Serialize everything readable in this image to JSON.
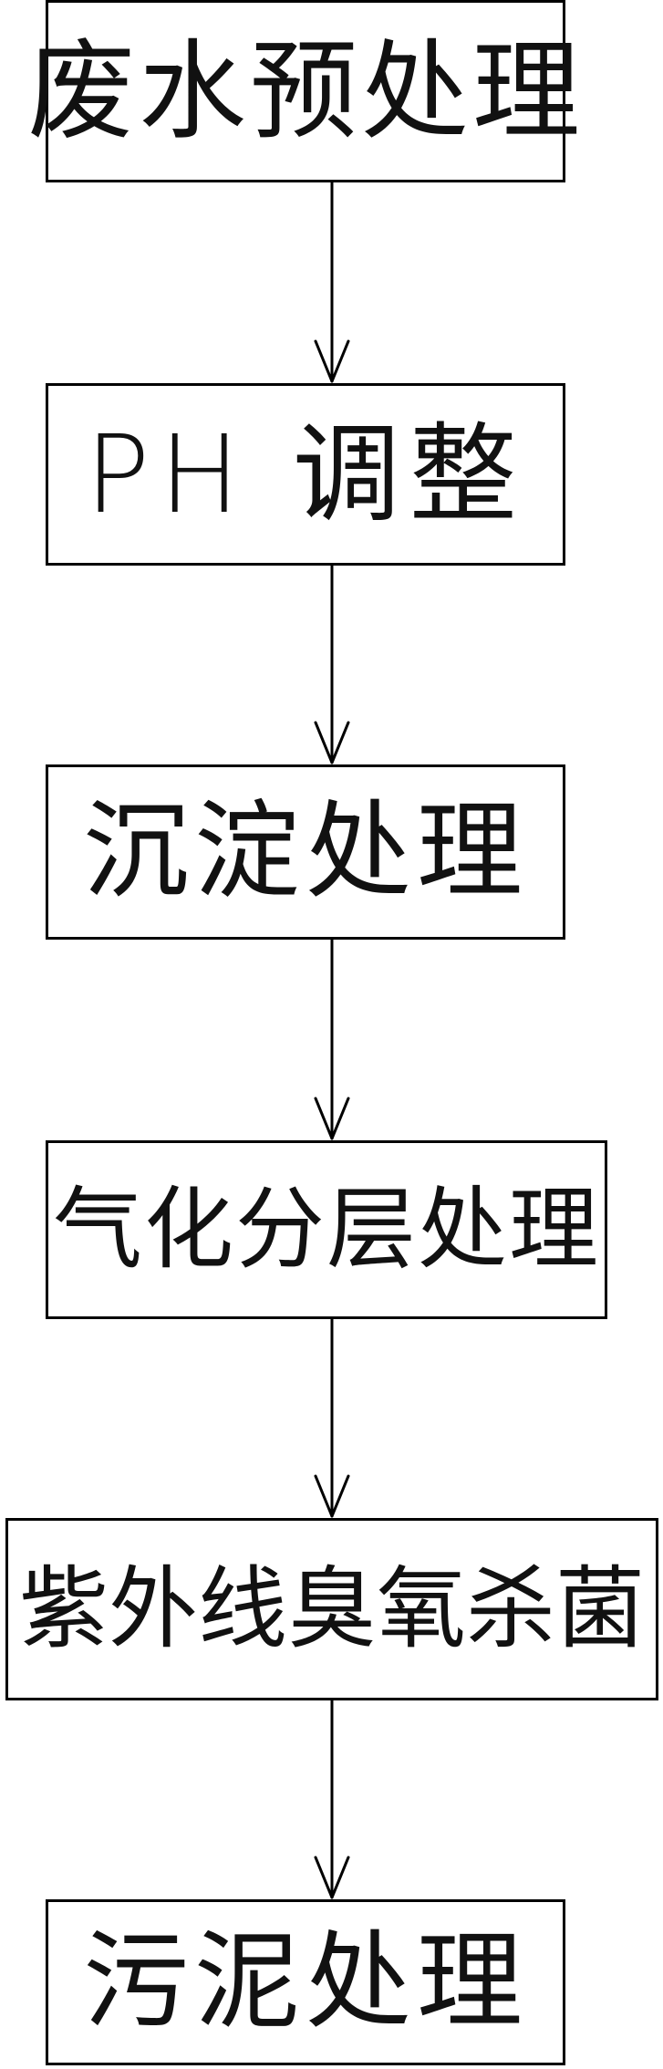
{
  "flowchart": {
    "steps": [
      {
        "label": "废水预处理"
      },
      {
        "label": "PH 调整"
      },
      {
        "label": "沉淀处理"
      },
      {
        "label": "气化分层处理"
      },
      {
        "label": "紫外线臭氧杀菌"
      },
      {
        "label": "污泥处理"
      }
    ],
    "colors": {
      "line": "#000000",
      "text": "#111111",
      "background": "#ffffff"
    }
  }
}
